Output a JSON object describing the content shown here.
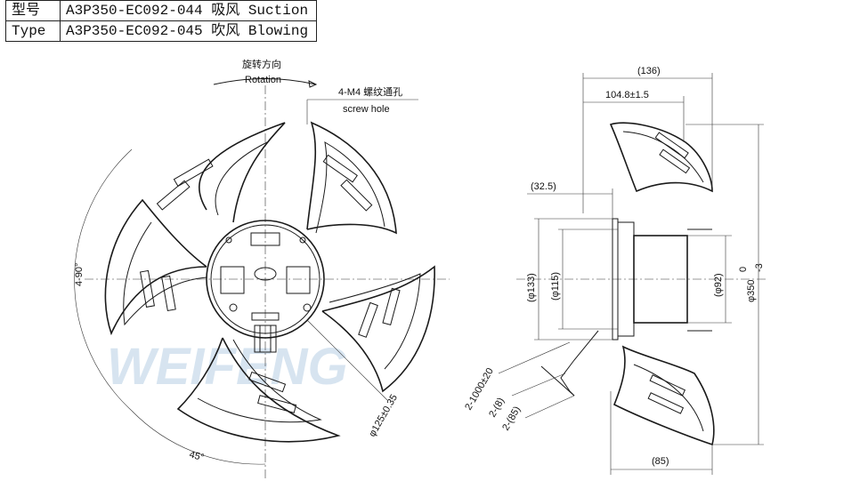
{
  "model_table": {
    "rows": [
      {
        "label": "型号",
        "value": "A3P350-EC092-044 吸风 Suction"
      },
      {
        "label": "Type",
        "value": "A3P350-EC092-045 吹风 Blowing"
      }
    ]
  },
  "front_view": {
    "rotation_cn": "旋转方向",
    "rotation_en": "Rotation",
    "screw_hole_cn": "4-M4 螺纹通孔",
    "screw_hole_en": "screw hole",
    "angle_4x90": "4-90°",
    "angle_45": "45°",
    "hub_diameter": "φ125±0.35"
  },
  "side_view": {
    "total_depth": "(136)",
    "depth_104": "104.8±1.5",
    "offset_32": "(32.5)",
    "dia_133": "(φ133)",
    "dia_115": "(φ115)",
    "dia_92": "(φ92)",
    "dia_350": "φ350",
    "dia_350_tol_upper": "0",
    "dia_350_tol_lower": "-3",
    "cable_length": "2-1000±20",
    "strip_8": "2-(8)",
    "strip_85": "2-(85)",
    "bottom_85": "(85)"
  },
  "watermark": "WEIFENG",
  "colors": {
    "line": "#1a1a1a",
    "watermark": "#8fb5d6"
  }
}
